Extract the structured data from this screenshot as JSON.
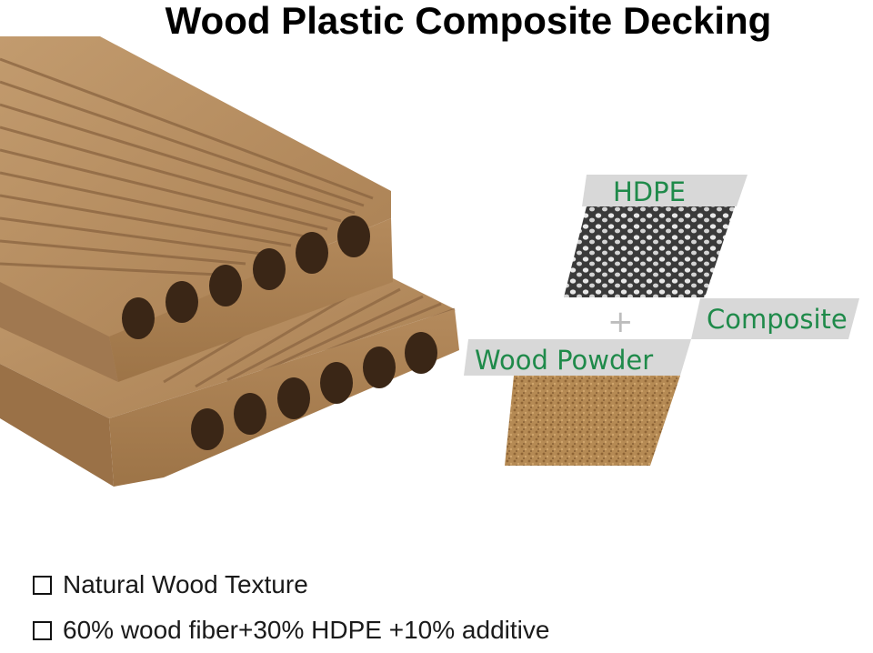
{
  "title": "Wood Plastic Composite Decking",
  "diagram": {
    "label_hdpe": "HDPE",
    "plus_sign": "+",
    "label_composite": "Composite",
    "label_wood_powder": "Wood Powder"
  },
  "features": [
    {
      "label": "Natural Wood Texture"
    },
    {
      "label": "60% wood fiber+30% HDPE +10% additive"
    }
  ],
  "colors": {
    "wood": "#b08a5f",
    "label_green": "#1f8a4a",
    "label_bg": "#d8d8d8"
  }
}
